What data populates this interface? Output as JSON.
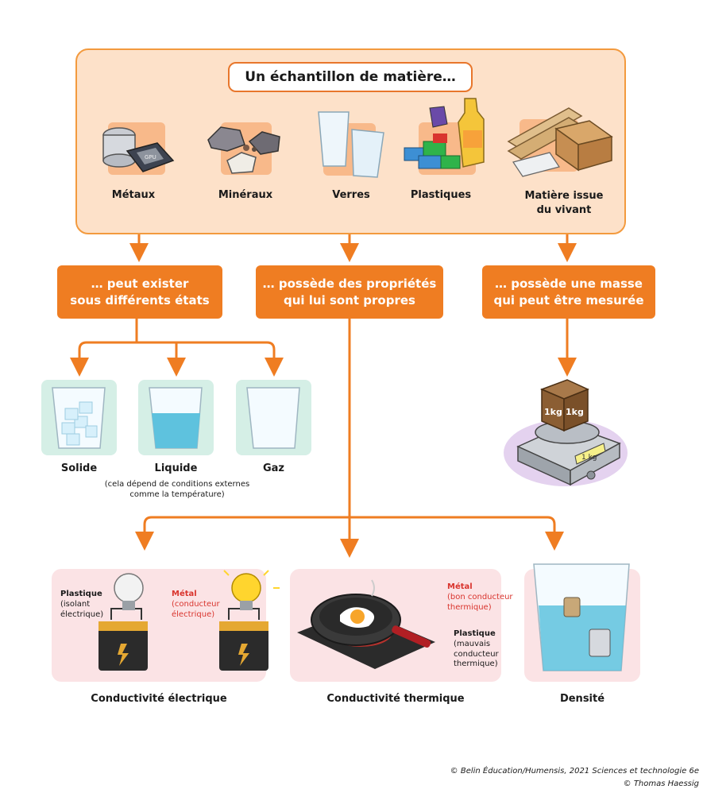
{
  "title": "Un échantillon de matière…",
  "categories": [
    {
      "label": "Métaux",
      "icon": "metals-icon"
    },
    {
      "label": "Minéraux",
      "icon": "minerals-icon"
    },
    {
      "label": "Verres",
      "icon": "glasses-icon"
    },
    {
      "label": "Plastiques",
      "icon": "plastics-icon"
    },
    {
      "label": "Matière issue\ndu vivant",
      "icon": "living-matter-icon"
    }
  ],
  "branches": [
    {
      "label": "… peut exister\nsous différents états"
    },
    {
      "label": "… possède des propriétés\nqui lui sont propres"
    },
    {
      "label": "… possède une masse\nqui peut être mesurée"
    }
  ],
  "states": [
    {
      "label": "Solide"
    },
    {
      "label": "Liquide"
    },
    {
      "label": "Gaz"
    }
  ],
  "states_note": "(cela dépend de conditions externes\ncomme la température)",
  "scale": {
    "cube_label": "1kg",
    "display": "1 kg"
  },
  "properties": [
    {
      "label": "Conductivité électrique"
    },
    {
      "label": "Conductivité thermique"
    },
    {
      "label": "Densité"
    }
  ],
  "electric": {
    "plastic_title": "Plastique",
    "plastic_note": "(isolant\nélectrique)",
    "metal_title": "Métal",
    "metal_note": "(conducteur\nélectrique)"
  },
  "thermal": {
    "metal_title": "Métal",
    "metal_note": "(bon conducteur\nthermique)",
    "plastic_title": "Plastique",
    "plastic_note": "(mauvais\nconducteur\nthermique)"
  },
  "credits": [
    "© Belin Éducation/Humensis, 2021 Sciences et technologie 6e",
    "© Thomas Haessig"
  ],
  "colors": {
    "orange": "#ef7d22",
    "panel": "#fde1c9",
    "mint": "#d5efe6",
    "pink": "#fbe3e5"
  }
}
